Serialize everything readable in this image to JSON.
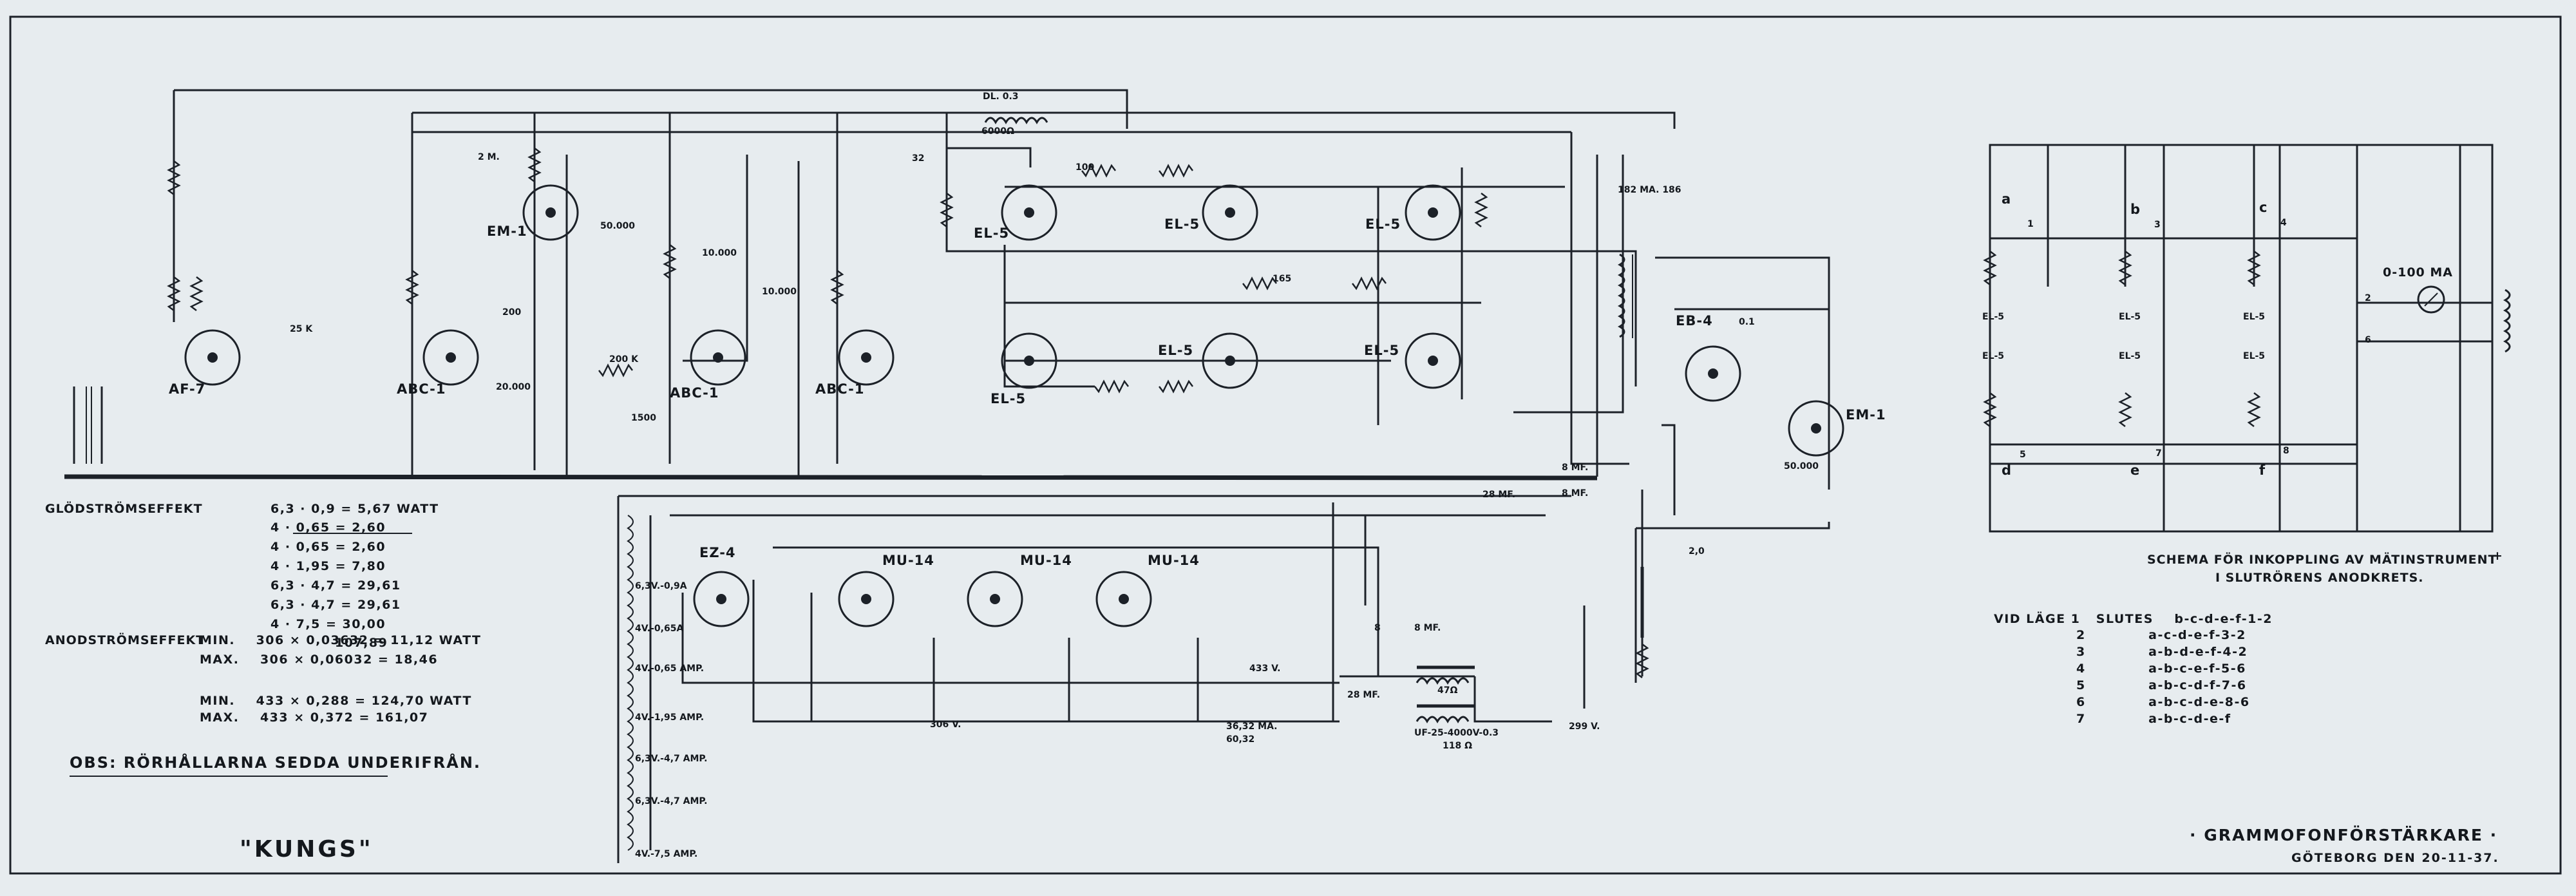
{
  "title": "GRAMMOFONFÖRSTÄRKARE",
  "place_date": "GÖTEBORG DEN 20-11-37.",
  "brand": "\"KUNGS\"",
  "note": "OBS: RÖRHÅLLARNA SEDDA UNDERIFRÅN.",
  "tubes": {
    "af7": "AF-7",
    "abc1_a": "ABC-1",
    "abc1_b": "ABC-1",
    "abc1_c": "ABC-1",
    "em1_top": "EM-1",
    "em1_right": "EM-1",
    "el5_1": "EL-5",
    "el5_2": "EL-5",
    "el5_3": "EL-5",
    "el5_4": "EL-5",
    "el5_5": "EL-5",
    "el5_6": "EL-5",
    "eb4": "EB-4",
    "ez4": "EZ-4",
    "mu14_1": "MU-14",
    "mu14_2": "MU-14",
    "mu14_3": "MU-14"
  },
  "components": {
    "dl": "DL. 0.3",
    "dl_ohm": "6000Ω",
    "c32": "32",
    "r2m": "2 M.",
    "c50000": "50.000",
    "c10000a": "10.000",
    "c10000b": "10.000",
    "r200k": "200 K",
    "r1500": "1500",
    "c200": "200",
    "r25k": "25 K",
    "c20000": "20.000",
    "c28mf_a": "28 MF.",
    "c28mf_b": "28 MF.",
    "c8": "8",
    "c8mf": "8 MF.",
    "c8mf_b": "8 MF.",
    "c8mf_c": "8 MF.",
    "choke": "47Ω",
    "trafo": "UF-25-4000V-0.3",
    "trafo_ohm": "118 Ω",
    "v433": "433 V.",
    "v306": "306 V.",
    "v299": "299 V.",
    "ma1": "36,32 MA.",
    "ma2": "60,32",
    "ma_top": "182 MA. 186",
    "c2": "2,0",
    "c50000b": "50.000",
    "c01": "0.1",
    "r100": "100",
    "r165": "165"
  },
  "ez4_taps": [
    "6,3V.-0,9A",
    "4V.-0,65A",
    "4V.-0,65 AMP.",
    "4V.-1,95 AMP.",
    "6,3V.-4,7 AMP.",
    "6,3V.-4,7 AMP.",
    "4V.-7,5 AMP."
  ],
  "glod": {
    "label": "GLÖDSTRÖMSEFFEKT",
    "rows": [
      {
        "f": "6,3 · 0,9 =",
        "v": "5,67 WATT"
      },
      {
        "f": "4 · 0,65 =",
        "v": "2,60"
      },
      {
        "f": "4 · 0,65 =",
        "v": "2,60"
      },
      {
        "f": "4 · 1,95 =",
        "v": "7,80"
      },
      {
        "f": "6,3 · 4,7 =",
        "v": "29,61"
      },
      {
        "f": "6,3 · 4,7 =",
        "v": "29,61"
      },
      {
        "f": "4 · 7,5 =",
        "v": "30,00"
      }
    ],
    "total": "107,89"
  },
  "anod": {
    "label": "ANODSTRÖMSEFFEKT",
    "rows": [
      {
        "m": "MIN.",
        "f": "306 × 0,03632 =",
        "v": "11,12 WATT"
      },
      {
        "m": "MAX.",
        "f": "306 × 0,06032 =",
        "v": "18,46"
      },
      {
        "m": "MIN.",
        "f": "433 × 0,288 =",
        "v": "124,70 WATT"
      },
      {
        "m": "MAX.",
        "f": "433 × 0,372 =",
        "v": "161,07"
      }
    ]
  },
  "schema": {
    "caption_1": "SCHEMA FÖR INKOPPLING AV MÄTINSTRUMENT",
    "caption_2": "I SLUTRÖRENS ANODKRETS.",
    "meter": "0-100 MA",
    "el5": "EL-5",
    "top_letters": [
      "a",
      "b",
      "c"
    ],
    "bot_letters": [
      "d",
      "e",
      "f"
    ],
    "top_nums": [
      "1",
      "3",
      "4"
    ],
    "bot_nums": [
      "5",
      "7",
      "8"
    ],
    "meter_nums": [
      "2",
      "6"
    ],
    "plus": "+",
    "table_head": "VID LÄGE",
    "table_col": "SLUTES",
    "rows": [
      {
        "n": "1",
        "v": "b-c-d-e-f-1-2"
      },
      {
        "n": "2",
        "v": "a-c-d-e-f-3-2"
      },
      {
        "n": "3",
        "v": "a-b-d-e-f-4-2"
      },
      {
        "n": "4",
        "v": "a-b-c-e-f-5-6"
      },
      {
        "n": "5",
        "v": "a-b-c-d-f-7-6"
      },
      {
        "n": "6",
        "v": "a-b-c-d-e-8-6"
      },
      {
        "n": "7",
        "v": "a-b-c-d-e-f"
      }
    ]
  },
  "colors": {
    "paper": "#e7ecef",
    "ink": "#14181d",
    "frame": "#1c2128"
  }
}
